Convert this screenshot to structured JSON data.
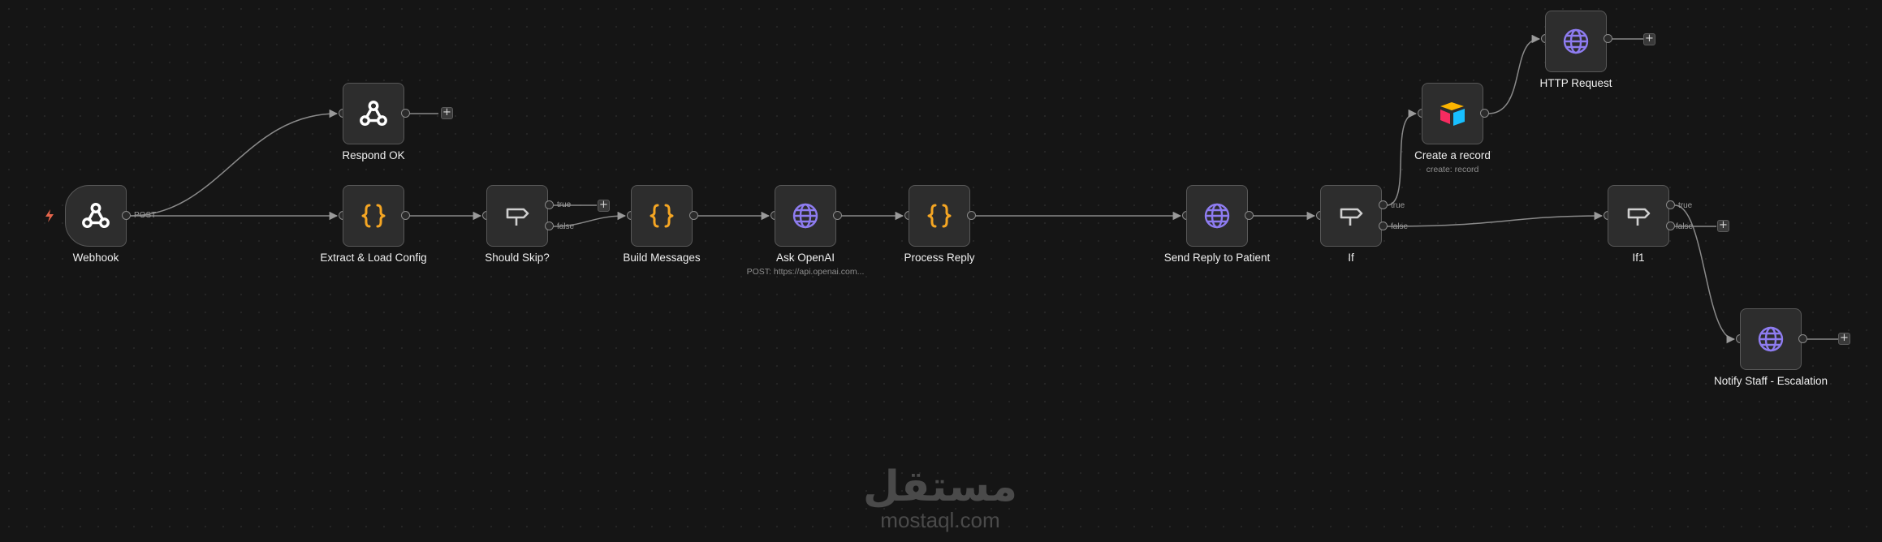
{
  "canvas": {
    "background": "#151515",
    "edge_color": "#8a8a8a"
  },
  "nodes": {
    "webhook": {
      "label": "Webhook",
      "icon": "webhook-icon",
      "method_badge": "POST"
    },
    "respond_ok": {
      "label": "Respond OK",
      "icon": "webhook-icon"
    },
    "extract_config": {
      "label": "Extract & Load Config",
      "icon": "code-braces-icon"
    },
    "should_skip": {
      "label": "Should Skip?",
      "icon": "if-branch-icon",
      "true_label": "true",
      "false_label": "false"
    },
    "build_messages": {
      "label": "Build Messages",
      "icon": "code-braces-icon"
    },
    "ask_openai": {
      "label": "Ask OpenAI",
      "icon": "globe-icon",
      "subtitle": "POST: https://api.openai.com..."
    },
    "process_reply": {
      "label": "Process Reply",
      "icon": "code-braces-icon"
    },
    "send_reply": {
      "label": "Send Reply to Patient",
      "icon": "globe-icon"
    },
    "if": {
      "label": "If",
      "icon": "if-branch-icon",
      "true_label": "true",
      "false_label": "false"
    },
    "create_record": {
      "label": "Create a record",
      "icon": "airtable-icon",
      "subtitle": "create: record"
    },
    "http_request": {
      "label": "HTTP Request",
      "icon": "globe-icon"
    },
    "if1": {
      "label": "If1",
      "icon": "if-branch-icon",
      "true_label": "true",
      "false_label": "false"
    },
    "notify_staff": {
      "label": "Notify Staff - Escalation",
      "icon": "globe-icon"
    }
  },
  "add_button_symbol": "+",
  "colors": {
    "code_icon": "#f5a623",
    "globe_icon": "#8e7cf0",
    "trigger_bolt": "#e5654b"
  },
  "watermark": {
    "arabic": "مستقل",
    "latin": "mostaql.com"
  }
}
